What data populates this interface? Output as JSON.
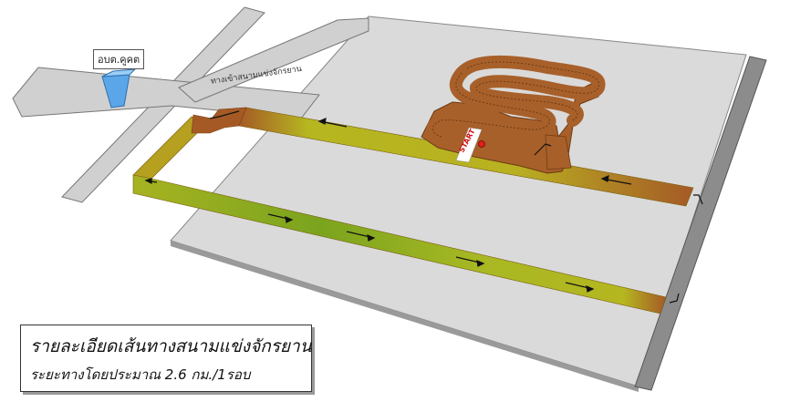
{
  "landmark": {
    "label": "อบต.คูคต"
  },
  "road": {
    "label": "ทางเข้าสนามแข่งจักรยาน"
  },
  "track": {
    "start_label": "START"
  },
  "info": {
    "title": "รายละเอียดเส้นทางสนามแข่งจักรยาน",
    "distance": "ระยะทางโดยประมาณ 2.6 กม./1รอบ"
  },
  "colors": {
    "ground": "#d6d6d6",
    "road": "#cfcfcf",
    "track_dirt": "#a55a26",
    "track_grass": "#b5b620",
    "track_green": "#7aa41e",
    "wall": "#8a8a8a",
    "building": "#5ba6e8"
  }
}
